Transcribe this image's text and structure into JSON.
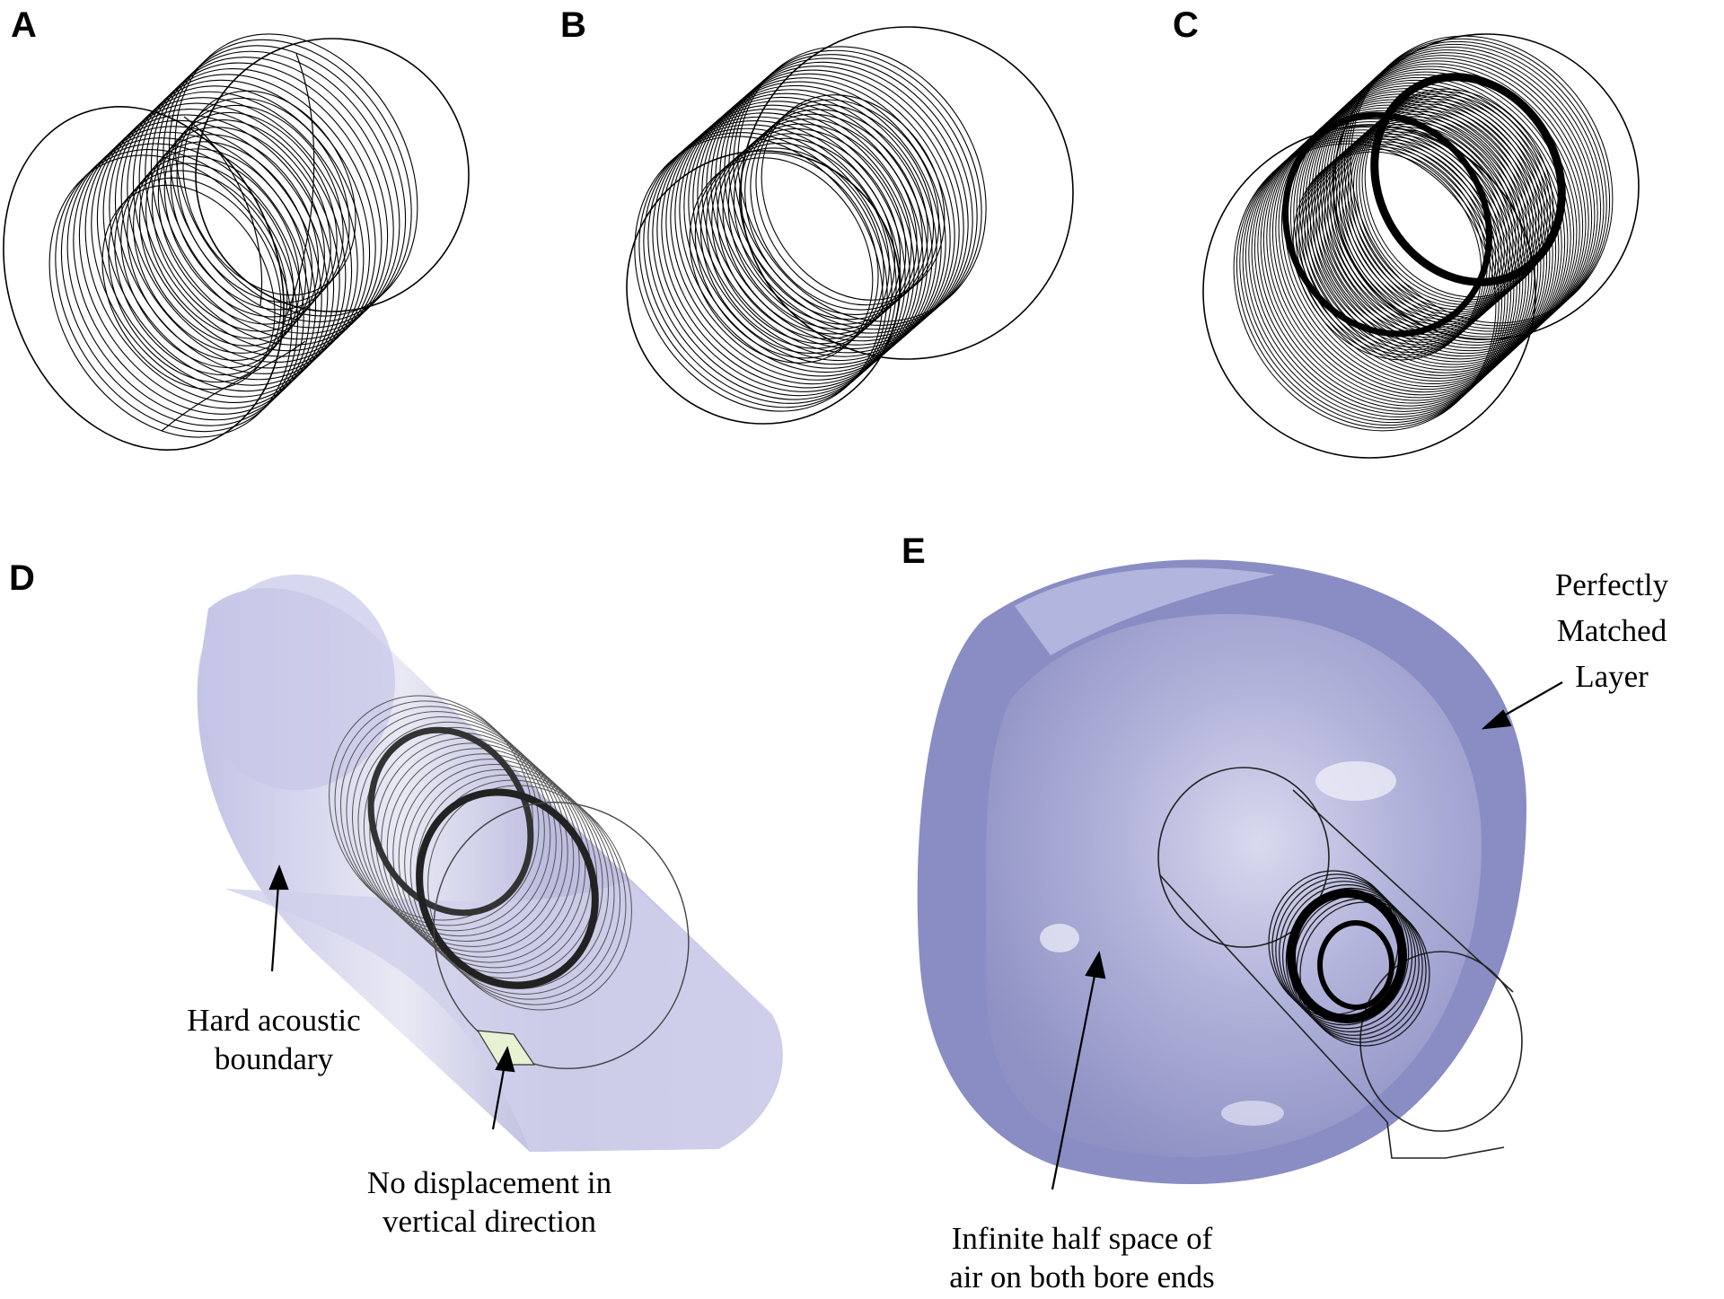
{
  "panels": {
    "a": {
      "letter": "A"
    },
    "b": {
      "letter": "B"
    },
    "c": {
      "letter": "C"
    },
    "d": {
      "letter": "D",
      "label_hard_1": "Hard acoustic",
      "label_hard_2": "boundary",
      "label_nodisp_1": "No displacement in",
      "label_nodisp_2": "vertical direction"
    },
    "e": {
      "letter": "E",
      "label_pml_1": "Perfectly",
      "label_pml_2": "Matched",
      "label_pml_3": "Layer",
      "label_air_1": "Infinite half space of",
      "label_air_2": "air on both bore ends"
    }
  },
  "colors": {
    "background": "#ffffff",
    "line": "#000000",
    "pml_shell": "#8b8fc6",
    "air_domain": "#b7b7dc",
    "cylinder_fill": "#c3c3e6",
    "constraint_patch": "#e6f2d3"
  }
}
